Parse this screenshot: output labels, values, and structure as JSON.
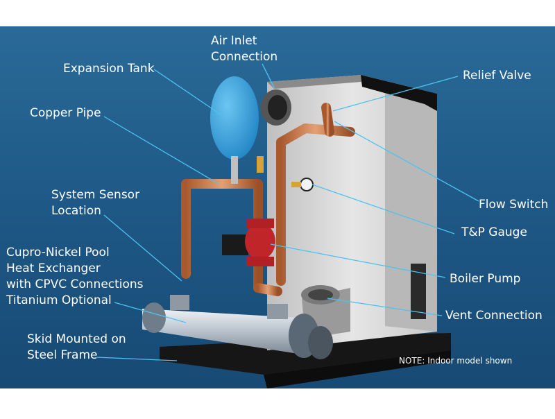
{
  "labels": {
    "air_inlet": {
      "line1": "Air Inlet",
      "line2": "Connection"
    },
    "expansion_tank": "Expansion Tank",
    "relief_valve": "Relief Valve",
    "copper_pipe": "Copper Pipe",
    "system_sensor": {
      "line1": "System Sensor",
      "line2": "Location"
    },
    "flow_switch": "Flow Switch",
    "tp_gauge": "T&P Gauge",
    "heat_exchanger": {
      "line1": "Cupro-Nickel Pool",
      "line2": "Heat Exchanger",
      "line3": "with CPVC Connections",
      "line4": "Titanium Optional"
    },
    "boiler_pump": "Boiler Pump",
    "vent_connection": "Vent Connection",
    "skid": {
      "line1": "Skid Mounted on",
      "line2": "Steel Frame"
    }
  },
  "note": "NOTE: Indoor model shown",
  "colors": {
    "background": "#1f5a86",
    "leader_line": "#4cc3f0",
    "label_text": "#ffffff",
    "copper": "#c8784a",
    "tank_blue": "#2d9bd8",
    "cabinet": "#d9d9d9"
  }
}
